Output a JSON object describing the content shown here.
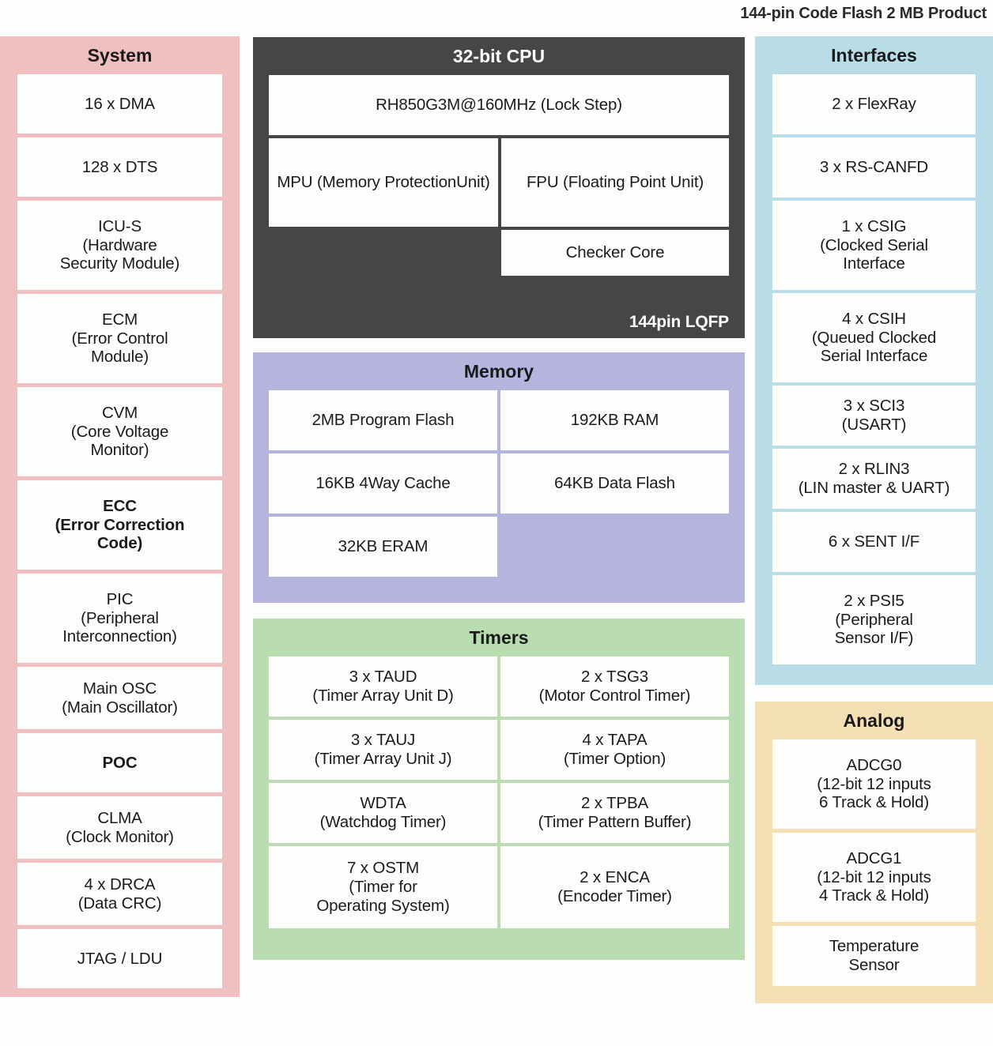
{
  "header": {
    "title": "144-pin Code Flash 2 MB Product"
  },
  "colors": {
    "system": "#f0bfc0",
    "cpu": "#464646",
    "memory": "#b4b4dc",
    "timers": "#b9ddb0",
    "interfaces": "#b8dde6",
    "analog": "#f5e0b6",
    "cell": "#fdfdfb",
    "text": "#1b1b1b",
    "text_light": "#ffffff"
  },
  "system": {
    "title": "System",
    "items": [
      {
        "text": "16 x DMA",
        "bold": false
      },
      {
        "text": "128 x DTS",
        "bold": false
      },
      {
        "text": "ICU-S\n(Hardware\nSecurity Module)",
        "bold": false
      },
      {
        "text": "ECM\n(Error Control\nModule)",
        "bold": false
      },
      {
        "text": "CVM\n(Core Voltage\nMonitor)",
        "bold": false
      },
      {
        "text": "ECC\n(Error Correction\nCode)",
        "bold": true
      },
      {
        "text": "PIC\n(Peripheral\nInterconnection)",
        "bold": false
      },
      {
        "text": "Main OSC\n(Main Oscillator)",
        "bold": false
      },
      {
        "text": "POC",
        "bold": true
      },
      {
        "text": "CLMA\n(Clock Monitor)",
        "bold": false
      },
      {
        "text": "4 x DRCA\n(Data CRC)",
        "bold": false
      },
      {
        "text": "JTAG / LDU",
        "bold": false
      }
    ]
  },
  "cpu": {
    "title": "32-bit CPU",
    "core": "RH850G3M@160MHz\n(Lock Step)",
    "mpu": "MPU\n(Memory\nProtectionUnit)",
    "fpu": "FPU\n(Floating\nPoint Unit)",
    "checker": "Checker Core",
    "package": "144pin LQFP"
  },
  "memory": {
    "title": "Memory",
    "rows": [
      [
        "2MB  Program Flash",
        "192KB RAM"
      ],
      [
        "16KB 4Way Cache",
        "64KB Data Flash"
      ],
      [
        "32KB ERAM"
      ]
    ]
  },
  "timers": {
    "title": "Timers",
    "rows": [
      [
        "3 x TAUD\n(Timer Array Unit D)",
        "2 x TSG3\n(Motor Control Timer)"
      ],
      [
        "3 x TAUJ\n(Timer Array Unit J)",
        "4 x TAPA\n(Timer Option)"
      ],
      [
        "WDTA\n(Watchdog Timer)",
        "2 x TPBA\n(Timer Pattern Buffer)"
      ],
      [
        "7 x OSTM\n(Timer for\nOperating System)",
        "2 x ENCA\n(Encoder Timer)"
      ]
    ]
  },
  "interfaces": {
    "title": "Interfaces",
    "items": [
      "2 x FlexRay",
      "3 x RS-CANFD",
      "1 x CSIG\n(Clocked Serial\nInterface",
      "4 x CSIH\n(Queued Clocked\nSerial Interface",
      "3 x SCI3\n(USART)",
      "2 x RLIN3\n(LIN master & UART)",
      "6 x SENT I/F",
      "2 x PSI5\n(Peripheral\nSensor I/F)"
    ]
  },
  "analog": {
    "title": "Analog",
    "items": [
      "ADCG0\n(12-bit 12 inputs\n6 Track & Hold)",
      "ADCG1\n(12-bit 12 inputs\n4 Track & Hold)",
      "Temperature\nSensor"
    ]
  }
}
